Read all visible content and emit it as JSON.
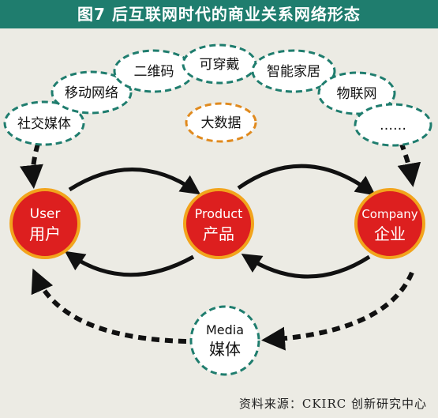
{
  "title": "图7  后互联网时代的商业关系网络形态",
  "source": "资料来源：CKIRC 创新研究中心",
  "colors": {
    "header_bg": "#1f7d6e",
    "dashed_teal": "#1f7d6e",
    "dashed_orange": "#e08a1e",
    "node_fill": "#dd1f1f",
    "node_ring": "#f2a41c",
    "arrow": "#111111"
  },
  "devices": [
    "社交媒体",
    "移动网络",
    "二维码",
    "可穿戴",
    "智能家居",
    "物联网",
    "……"
  ],
  "bigdata": "大数据",
  "nodes": {
    "user": {
      "en": "User",
      "zh": "用户"
    },
    "product": {
      "en": "Product",
      "zh": "产品"
    },
    "company": {
      "en": "Company",
      "zh": "企业"
    }
  },
  "media": {
    "en": "Media",
    "zh": "媒体"
  }
}
